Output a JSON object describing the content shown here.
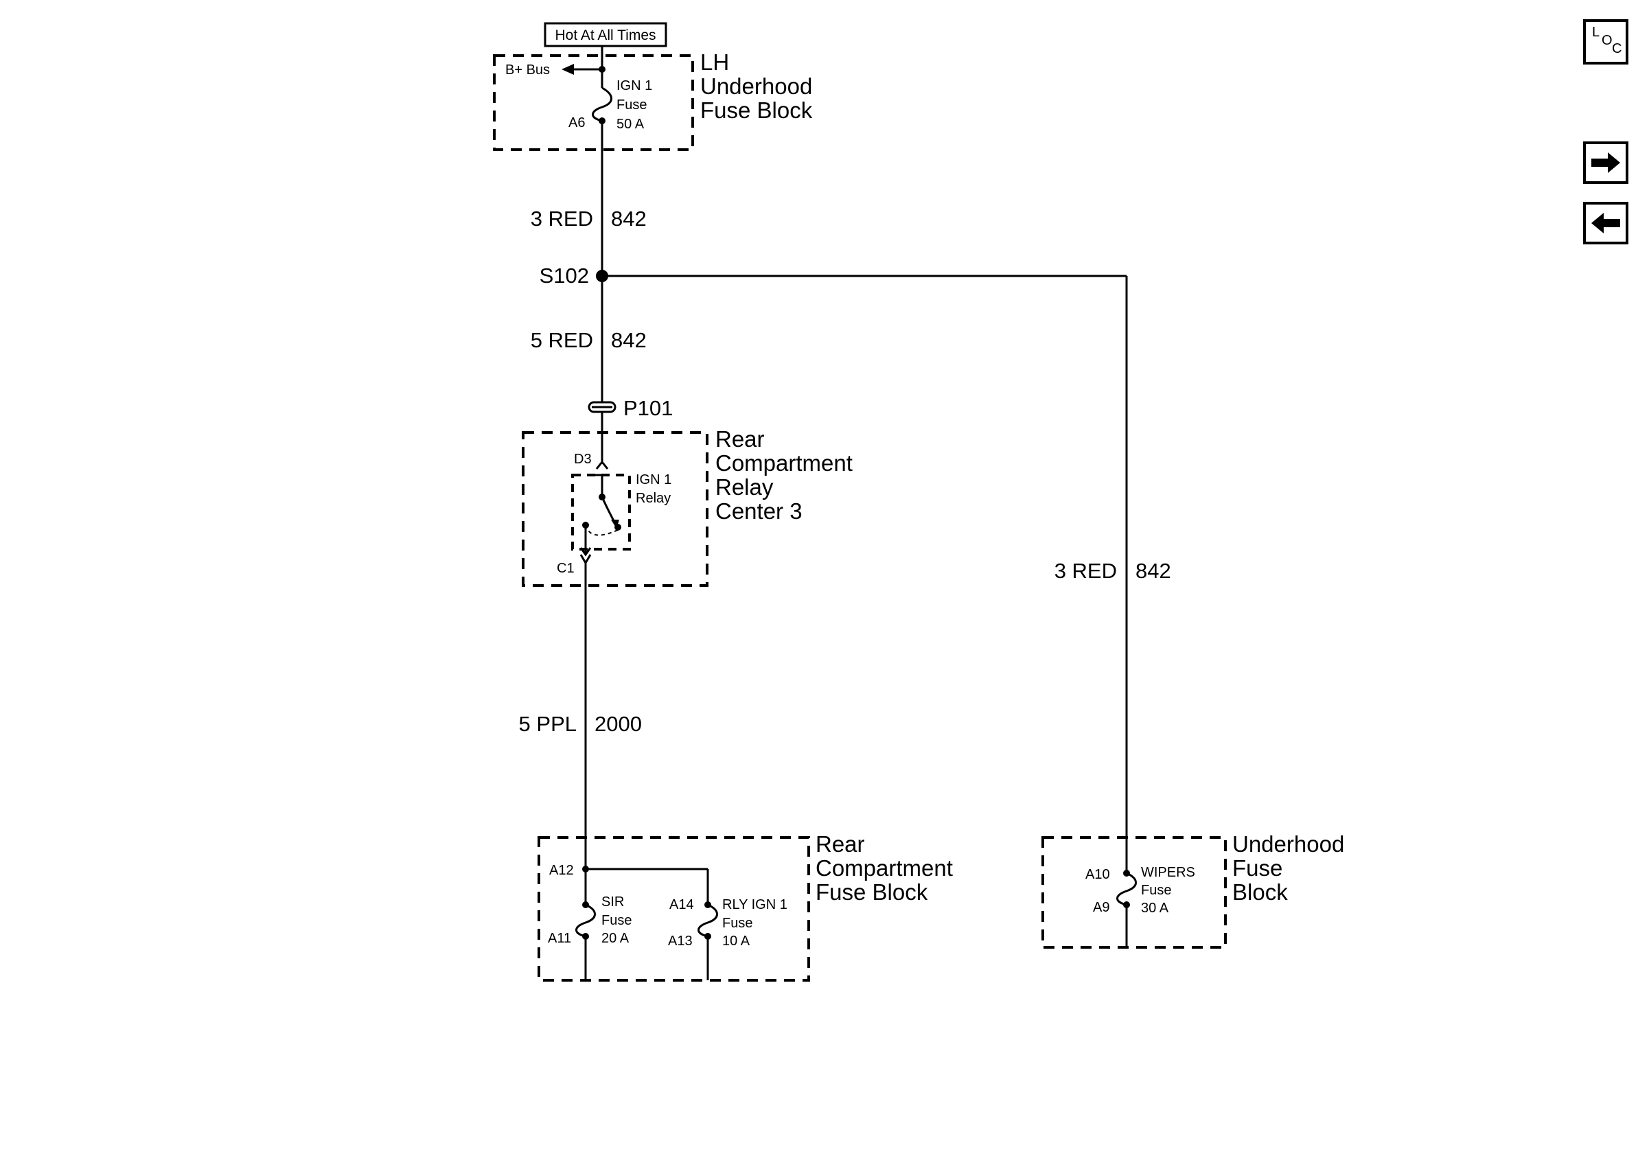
{
  "nav": {
    "loc": {
      "l": "L",
      "o": "O",
      "c": "C"
    },
    "forward_icon": "arrow-right-icon",
    "back_icon": "arrow-left-icon"
  },
  "diagram": {
    "hot_at_all_times": "Hot At All Times",
    "lh_fuse_block": {
      "title": [
        "LH",
        "Underhood",
        "Fuse Block"
      ],
      "bplus_bus": "B+ Bus",
      "fuse": [
        "IGN 1",
        "Fuse",
        "50 A"
      ],
      "terminal": "A6"
    },
    "wire_top": {
      "gauge": "3 RED",
      "circuit": "842"
    },
    "splice": "S102",
    "wire_mid": {
      "gauge": "5 RED",
      "circuit": "842"
    },
    "connector": "P101",
    "relay_center": {
      "title": [
        "Rear",
        "Compartment",
        "Relay",
        "Center 3"
      ],
      "terminal_in": "D3",
      "terminal_out": "C1",
      "relay": [
        "IGN 1",
        "Relay"
      ]
    },
    "wire_right": {
      "gauge": "3 RED",
      "circuit": "842"
    },
    "wire_bottom": {
      "gauge": "5 PPL",
      "circuit": "2000"
    },
    "rear_fuse_block": {
      "title": [
        "Rear",
        "Compartment",
        "Fuse Block"
      ],
      "terminal_a12": "A12",
      "sir_fuse": [
        "SIR",
        "Fuse",
        "20 A"
      ],
      "terminal_a11": "A11",
      "terminal_a14": "A14",
      "rly_fuse": [
        "RLY IGN 1",
        "Fuse",
        "10 A"
      ],
      "terminal_a13": "A13"
    },
    "underhood_fuse_block": {
      "title": [
        "Underhood",
        "Fuse",
        "Block"
      ],
      "terminal_a10": "A10",
      "fuse": [
        "WIPERS",
        "Fuse",
        "30 A"
      ],
      "terminal_a9": "A9"
    }
  }
}
